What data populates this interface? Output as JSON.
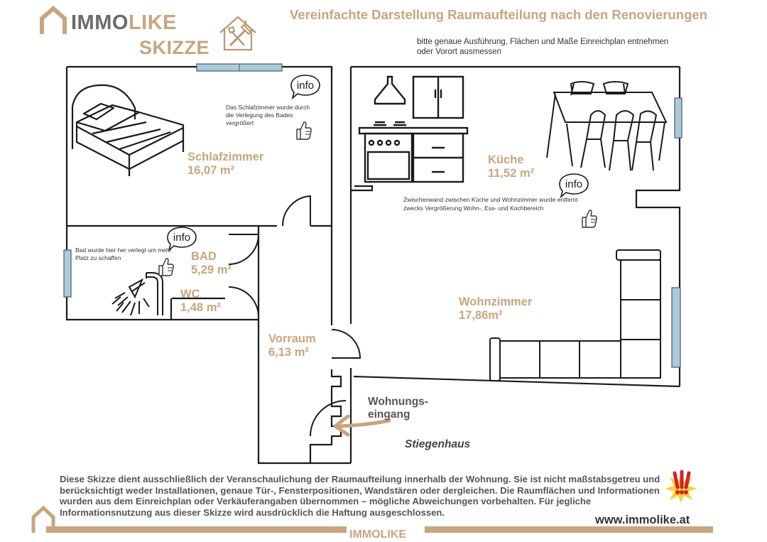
{
  "logo": {
    "part_a": "IMMO",
    "part_b": "LIKE",
    "subtitle": "SKIZZE"
  },
  "header": {
    "title": "Vereinfachte Darstellung Raumaufteilung nach den Renovierungen",
    "note": "bitte genaue Ausführung, Flächen und Maße Einreichplan entnehmen oder Vorort ausmessen"
  },
  "rooms": {
    "schlafzimmer": {
      "name": "Schlafzimmer",
      "area": "16,07 m²"
    },
    "kueche": {
      "name": "Küche",
      "area": "11,52 m²"
    },
    "bad": {
      "name": "BAD",
      "area": "5,29 m²"
    },
    "wc": {
      "name": "WC",
      "area": "1,48 m²"
    },
    "wohnzimmer": {
      "name": "Wohnzimmer",
      "area": "17,86m²"
    },
    "vorraum": {
      "name": "Vorraum",
      "area": "6,13 m²"
    }
  },
  "info": {
    "bubble_label": "info",
    "schlafzimmer_note": "Das  Schlafzimmer wurde durch die Verlegung des Bades vergrößert",
    "kueche_note_1": "Zwischenwand zwischen Küche und Wohnzimmer wurde entfernt",
    "kueche_note_2": "zwecks Vergrößerung Wohn-, Ess- und Kochbereich",
    "bad_note": "Bad wurde hier her verlegt um mehr Platz zu schaffen"
  },
  "entrance": {
    "line1": "Wohnungs-",
    "line2": "eingang"
  },
  "stairwell": "Stiegenhaus",
  "footer": {
    "disclaimer": "Diese Skizze dient ausschließlich der Veranschaulichung der Raumaufteilung innerhalb der Wohnung. Sie ist nicht maßstabsgetreu und berücksichtigt weder Installationen, genaue Tür-, Fensterpositionen, Wandstären oder dergleichen. Die Raumflächen und Informationen wurden aus dem Einreichplan oder Verkäuferangaben übernommen – mögliche Abweichungen vorbehalten.  Für jegliche Informationsnutzung aus dieser Skizze wird ausdrücklich die Haftung ausgeschlossen.",
    "website": "www.immolike.at",
    "brand": "IMMOLIKE"
  },
  "colors": {
    "accent": "#c8a57f",
    "wall": "#1a1a1a",
    "window": "#a9cbe0",
    "text": "#3a3a3a"
  }
}
